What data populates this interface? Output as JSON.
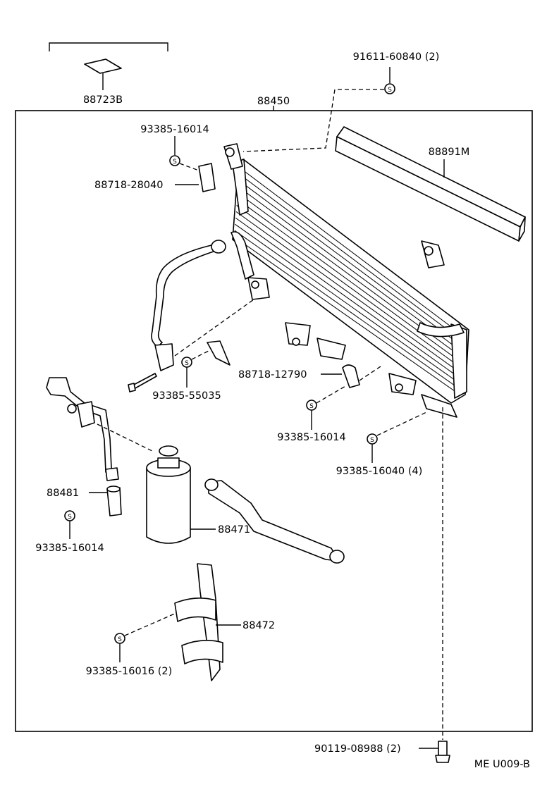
{
  "parts": {
    "p_88723b": "88723B",
    "p_91611": "91611-60840 (2)",
    "p_88450": "88450",
    "p_93385_16014_a": "93385-16014",
    "p_88891m": "88891M",
    "p_88718_28040": "88718-28040",
    "p_88718_12790": "88718-12790",
    "p_93385_55035": "93385-55035",
    "p_93385_16014_b": "93385-16014",
    "p_93385_16040": "93385-16040 (4)",
    "p_88481": "88481",
    "p_93385_16014_c": "93385-16014",
    "p_88471": "88471",
    "p_88472": "88472",
    "p_93385_16016": "93385-16016 (2)",
    "p_90119": "90119-08988 (2)"
  },
  "washer_symbol": "S",
  "figure_code": "ME  U009-B"
}
